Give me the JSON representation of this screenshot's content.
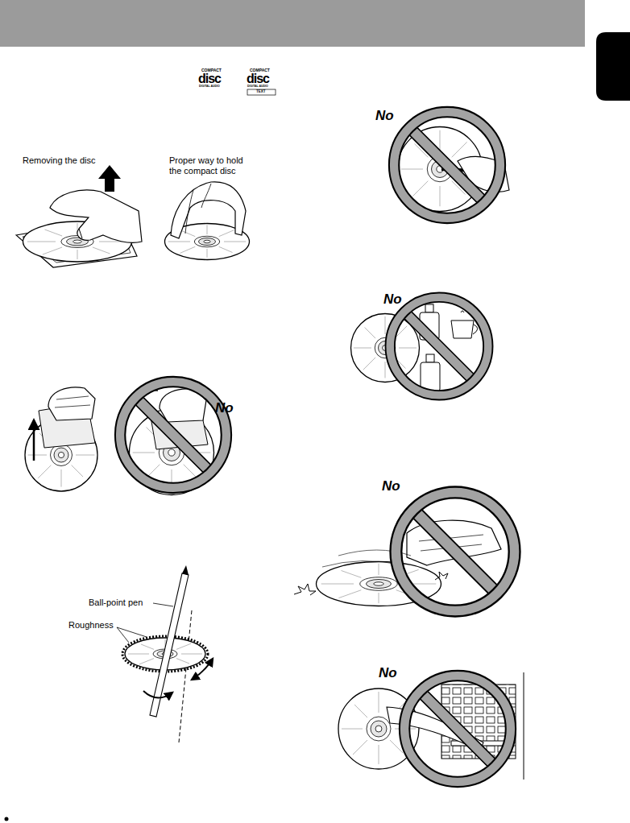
{
  "diagram": {
    "labels": [
      "COMPACT",
      "disc",
      "DIGITAL AUDIO",
      "COMPACT",
      "disc",
      "DIGITAL AUDIO",
      "TEXT",
      "Removing the disc",
      "Proper way to hold the compact disc",
      "No",
      "No",
      "No",
      "Ball-point pen",
      "Roughness",
      "No",
      "No"
    ]
  }
}
